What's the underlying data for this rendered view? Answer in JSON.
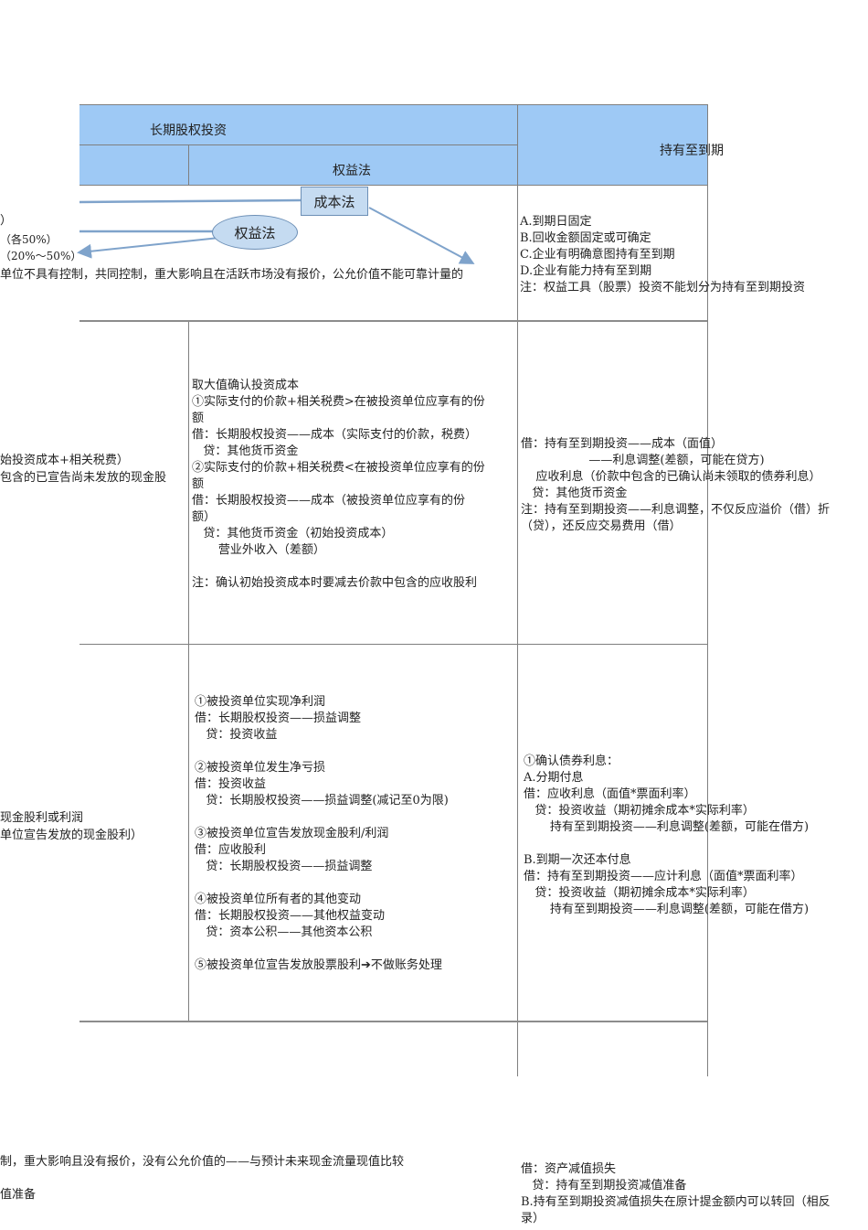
{
  "header": {
    "long_term": "长期股权投资",
    "equity_method": "权益法",
    "held_to_maturity": "持有至到期"
  },
  "diagram": {
    "cost_method": "成本法",
    "equity_method": "权益法"
  },
  "left_fragments": {
    "r1": [
      "）",
      "（各50%）",
      "（20%～50%）",
      "单位不具有控制，共同控制，重大影响且在活跃市场没有报价，公允价值不能可靠计量的"
    ],
    "r2": [
      "始投资成本+相关税费）",
      "包含的已宣告尚未发放的现金股"
    ],
    "r3": [
      "现金股利或利润",
      "单位宣告发放的现金股利）"
    ],
    "bottom": [
      "制，重大影响且没有报价，没有公允价值的——与预计未来现金流量现值比较",
      "值准备"
    ]
  },
  "htm_conditions": [
    "A.到期日固定",
    "B.回收金额固定或可确定",
    "C.企业有明确意图持有至到期",
    "D.企业有能力持有至到期",
    "注：权益工具（股票）投资不能划分为持有至到期投资"
  ],
  "equity_initial": [
    "取大值确认投资成本",
    "①实际支付的价款+相关税费>在被投资单位应享有的份",
    "额",
    "借：长期股权投资——成本（实际支付的价款，税费）",
    "   贷：其他货币资金",
    "②实际支付的价款+相关税费<在被投资单位应享有的份",
    "额",
    "借：长期股权投资——成本（被投资单位应享有的份",
    "额）",
    "   贷：其他货币资金（初始投资成本）",
    "       营业外收入（差额）",
    "",
    "注：确认初始投资成本时要减去价款中包含的应收股利"
  ],
  "htm_initial": [
    "借：持有至到期投资——成本（面值）",
    "                  ——利息调整(差额，可能在贷方)",
    "    应收利息（价款中包含的已确认尚未领取的债券利息）",
    "   贷：其他货币资金",
    "注：持有至到期投资——利息调整，不仅反应溢价（借）折",
    "（贷），还反应交易费用（借）"
  ],
  "equity_subsequent": [
    "①被投资单位实现净利润",
    "借：长期股权投资——损益调整",
    "   贷：投资收益",
    "",
    "②被投资单位发生净亏损",
    "借：投资收益",
    "   贷：长期股权投资——损益调整(减记至0为限)",
    "",
    "③被投资单位宣告发放现金股利/利润",
    "借：应收股利",
    "   贷：长期股权投资——损益调整",
    "",
    "④被投资单位所有者的其他变动",
    "借：长期股权投资——其他权益变动",
    "   贷：资本公积——其他资本公积",
    "",
    "⑤被投资单位宣告发放股票股利➔不做账务处理"
  ],
  "htm_subsequent": [
    "①确认债券利息：",
    "A.分期付息",
    "借：应收利息（面值*票面利率）",
    "   贷：投资收益（期初摊余成本*实际利率）",
    "       持有至到期投资——利息调整(差额，可能在借方)",
    "",
    "B.到期一次还本付息",
    "借：持有至到期投资——应计利息（面值*票面利率）",
    "   贷：投资收益（期初摊余成本*实际利率）",
    "       持有至到期投资——利息调整(差额，可能在借方)"
  ],
  "htm_impairment": [
    "借：资产减值损失",
    "   贷：持有至到期投资减值准备",
    "B.持有至到期投资减值损失在原计提金额内可以转回（相反",
    "录）"
  ]
}
